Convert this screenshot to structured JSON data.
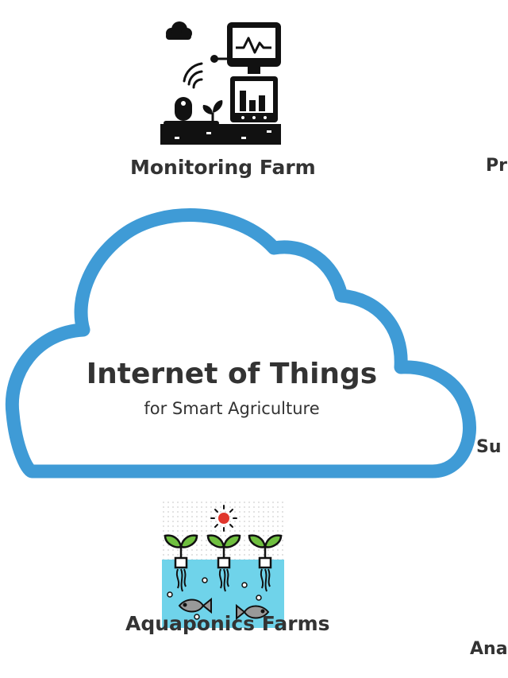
{
  "cloud": {
    "title": "Internet of Things",
    "subtitle": "for Smart Agriculture",
    "stroke_color": "#3f9bd6"
  },
  "nodes": [
    {
      "label": "Monitoring Farm",
      "icon": "monitoring-station-icon"
    },
    {
      "label": "Aquaponics Farms",
      "icon": "aquaponics-tank-icon"
    },
    {
      "label": "Pr",
      "icon": ""
    },
    {
      "label": "Su",
      "icon": ""
    },
    {
      "label": "Ana",
      "icon": ""
    }
  ],
  "colors": {
    "text": "#333333",
    "icon_black": "#111111",
    "water": "#6fd3ea",
    "leaf": "#6fbf3f",
    "sun": "#e0362c"
  }
}
